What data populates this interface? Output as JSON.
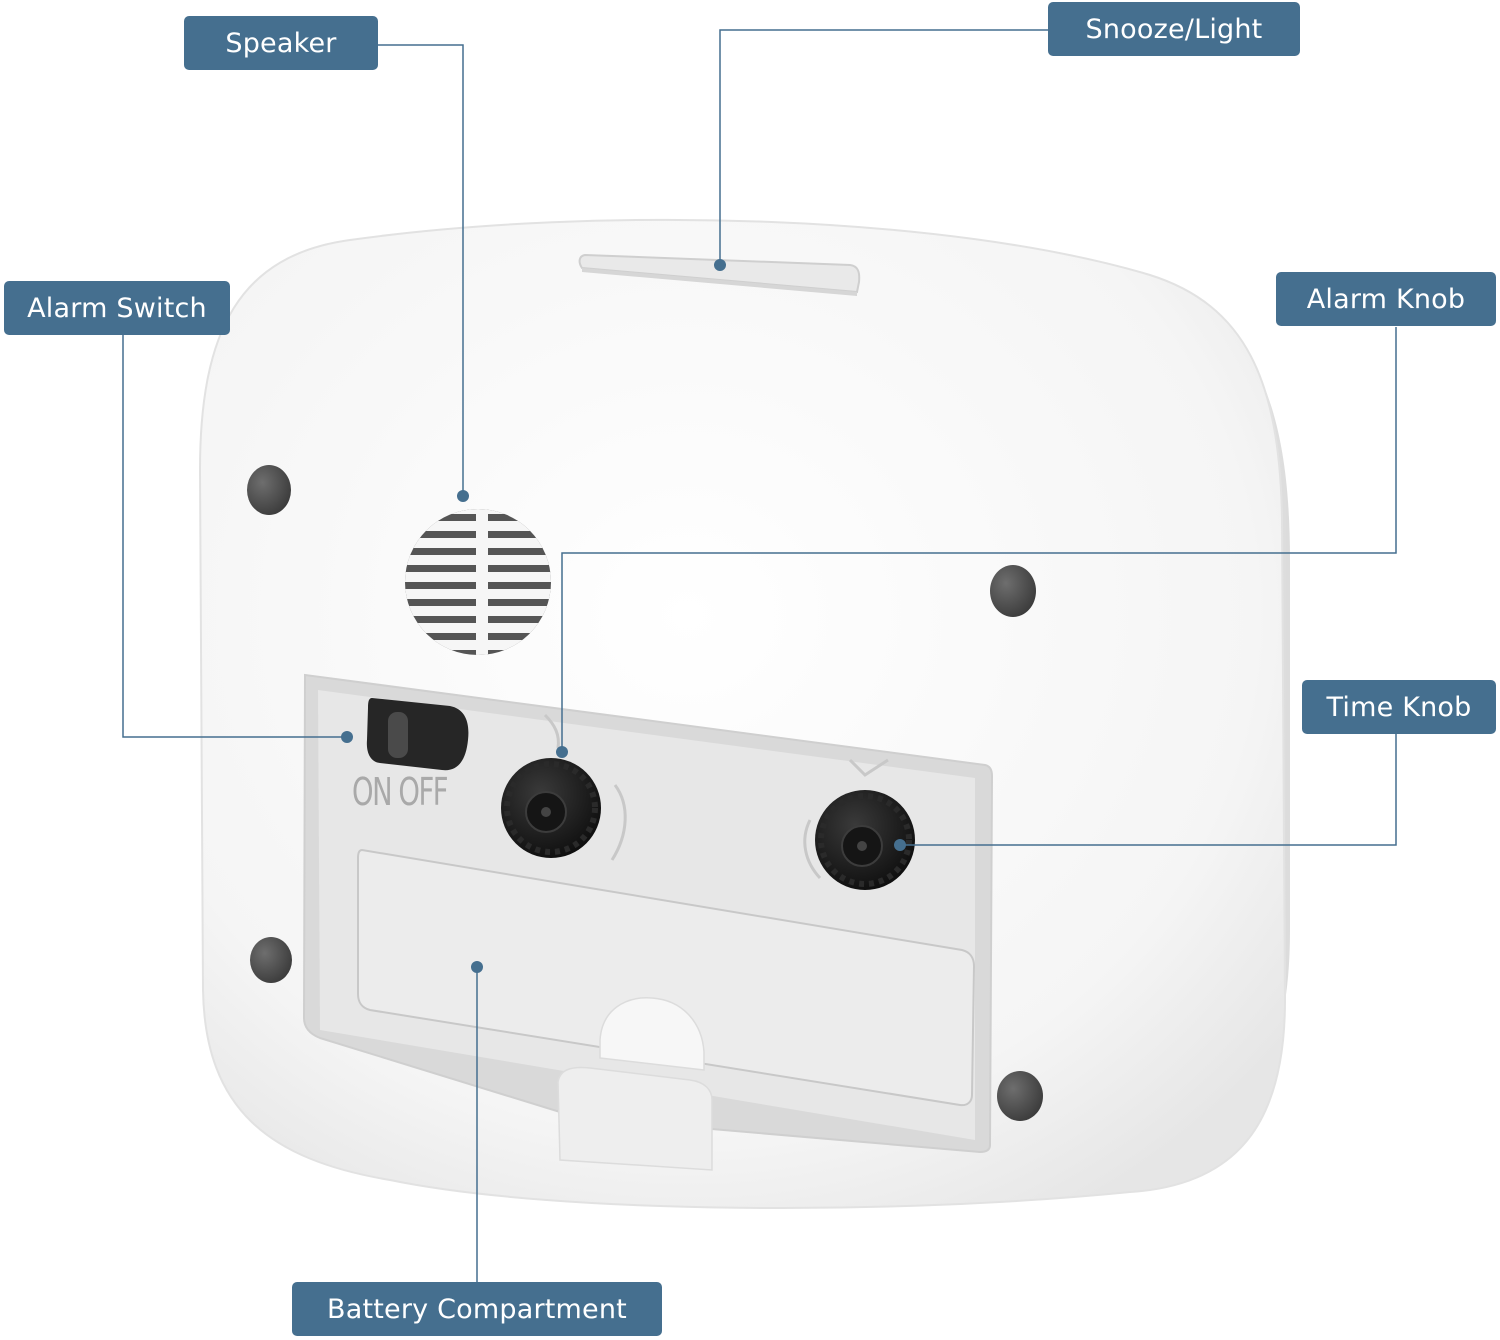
{
  "labels": {
    "speaker": "Speaker",
    "snooze_light": "Snooze/Light",
    "alarm_switch": "Alarm Switch",
    "alarm_knob": "Alarm Knob",
    "time_knob": "Time Knob",
    "battery_compartment": "Battery Compartment"
  },
  "switch_marking": "ON OFF",
  "colors": {
    "callout_fill": "#456f8f",
    "callout_text": "#ffffff",
    "leader_line": "#456f8f",
    "body": "#f4f4f4",
    "knob": "#1a1a1a"
  }
}
